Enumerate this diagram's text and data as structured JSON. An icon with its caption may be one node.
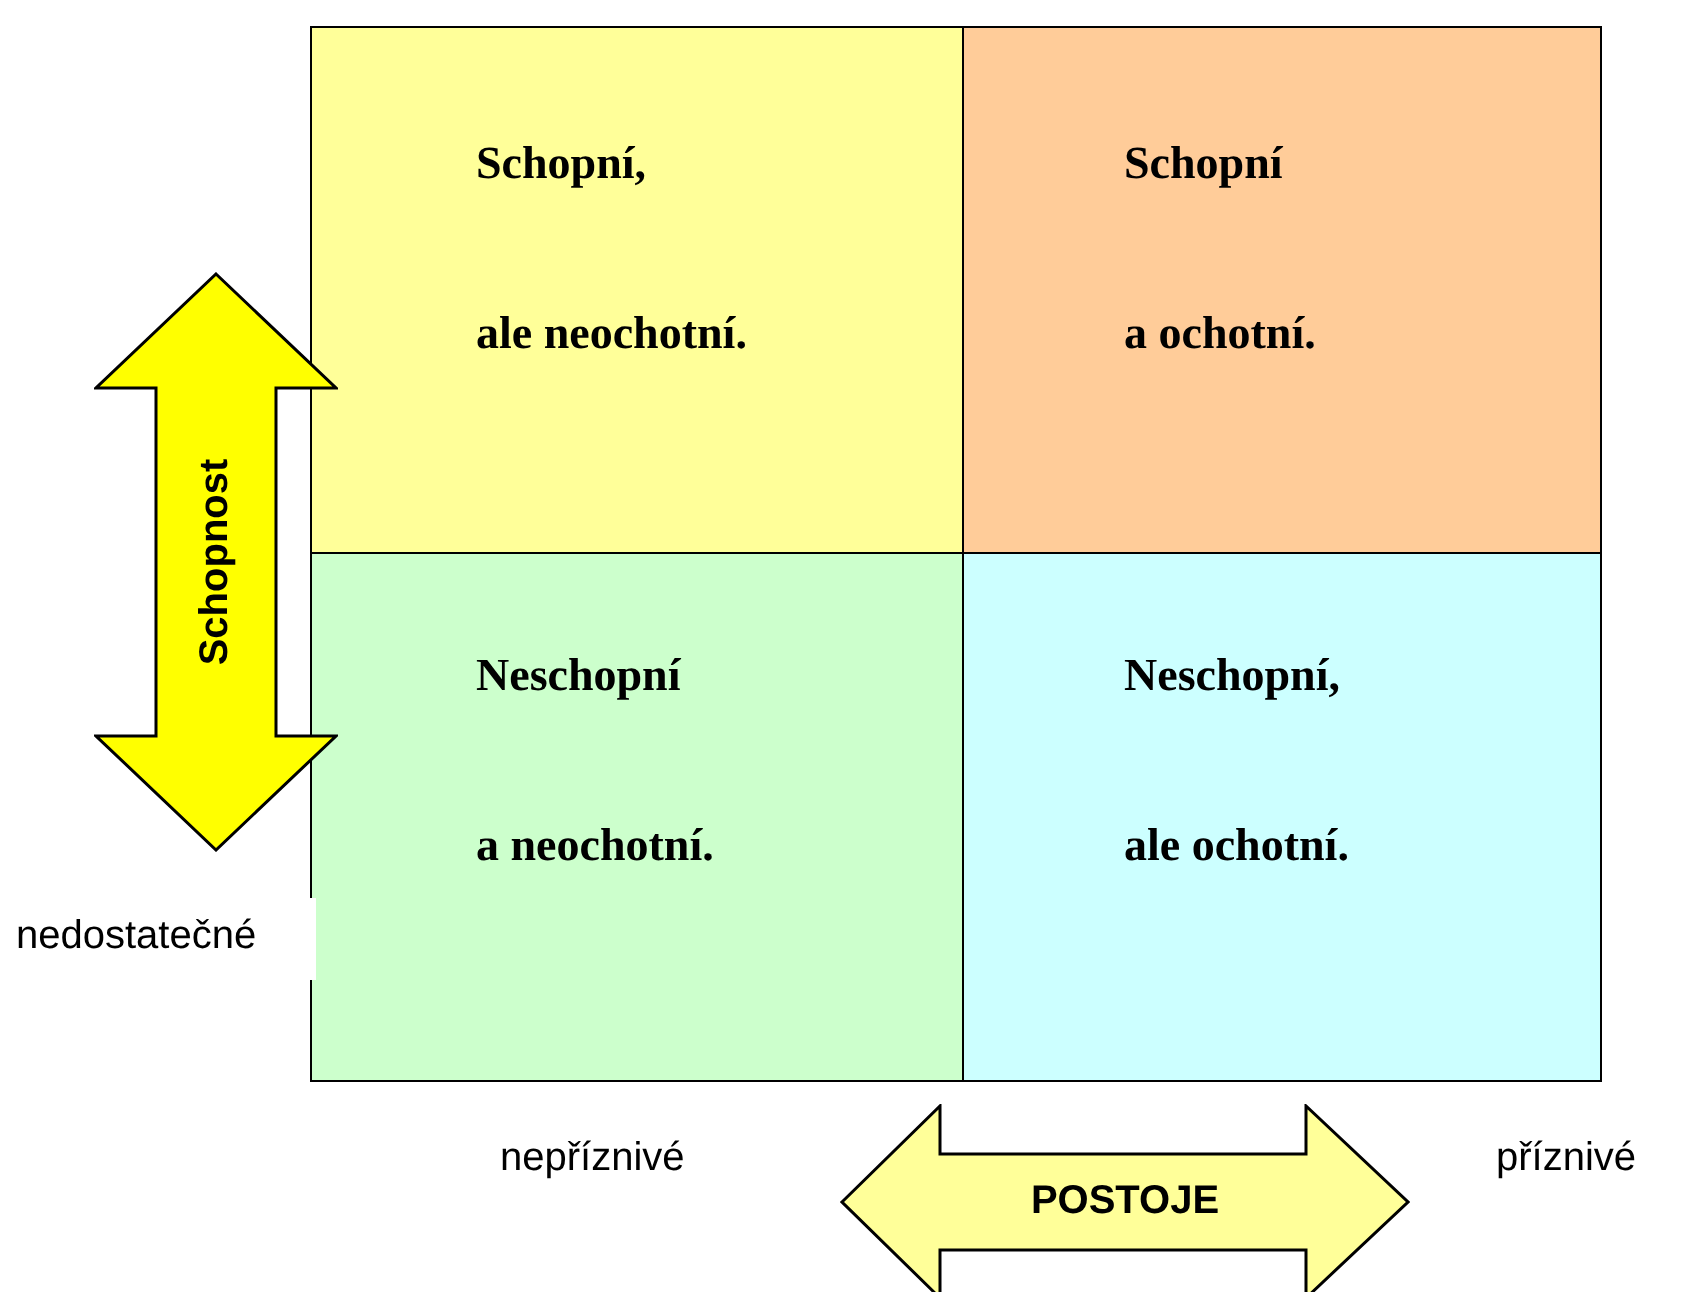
{
  "diagram": {
    "nodes": [
      {
        "text": [
          "Schopní, ale neochotní."
        ]
      },
      {
        "text": [
          "Schopní a ochotní."
        ]
      },
      {
        "text": [
          "Neschopní a neochotní."
        ]
      },
      {
        "text": [
          "Neschopní, ale ochotní."
        ]
      },
      {
        "text": [
          "Schopnost"
        ]
      },
      {
        "text": [
          "POSTOJE"
        ]
      }
    ],
    "edges": [],
    "labels": [
      "nedostatečné",
      "nepříznivé",
      "příznivé"
    ]
  }
}
